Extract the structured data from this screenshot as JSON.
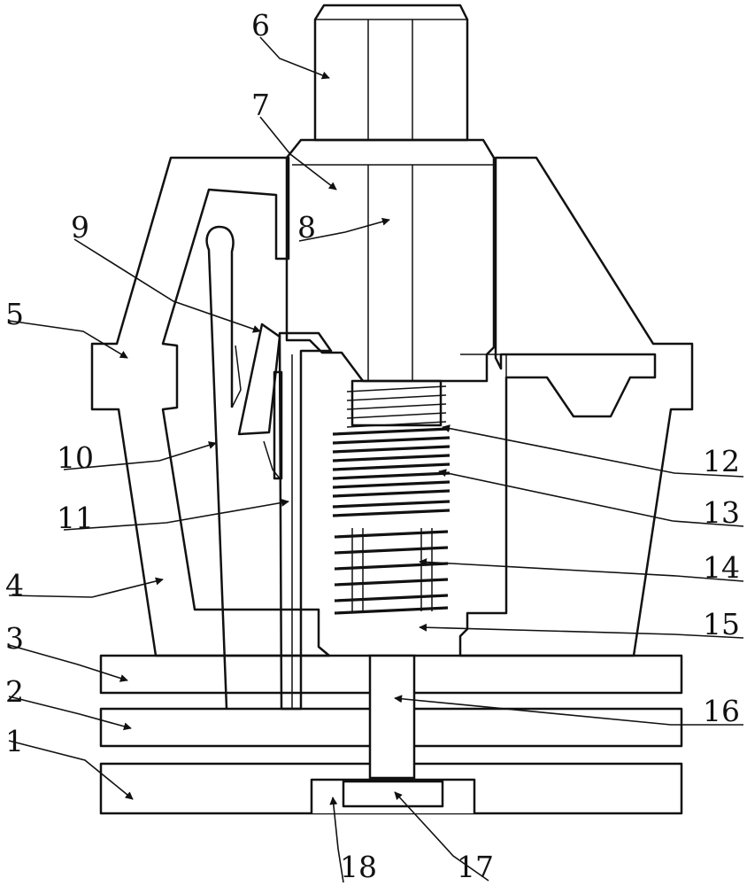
{
  "figure": {
    "callouts": [
      {
        "id": "1",
        "text": "1"
      },
      {
        "id": "2",
        "text": "2"
      },
      {
        "id": "3",
        "text": "3"
      },
      {
        "id": "4",
        "text": "4"
      },
      {
        "id": "5",
        "text": "5"
      },
      {
        "id": "6",
        "text": "6"
      },
      {
        "id": "7",
        "text": "7"
      },
      {
        "id": "8",
        "text": "8"
      },
      {
        "id": "9",
        "text": "9"
      },
      {
        "id": "10",
        "text": "10"
      },
      {
        "id": "11",
        "text": "11"
      },
      {
        "id": "12",
        "text": "12"
      },
      {
        "id": "13",
        "text": "13"
      },
      {
        "id": "14",
        "text": "14"
      },
      {
        "id": "15",
        "text": "15"
      },
      {
        "id": "16",
        "text": "16"
      },
      {
        "id": "17",
        "text": "17"
      },
      {
        "id": "18",
        "text": "18"
      }
    ]
  }
}
